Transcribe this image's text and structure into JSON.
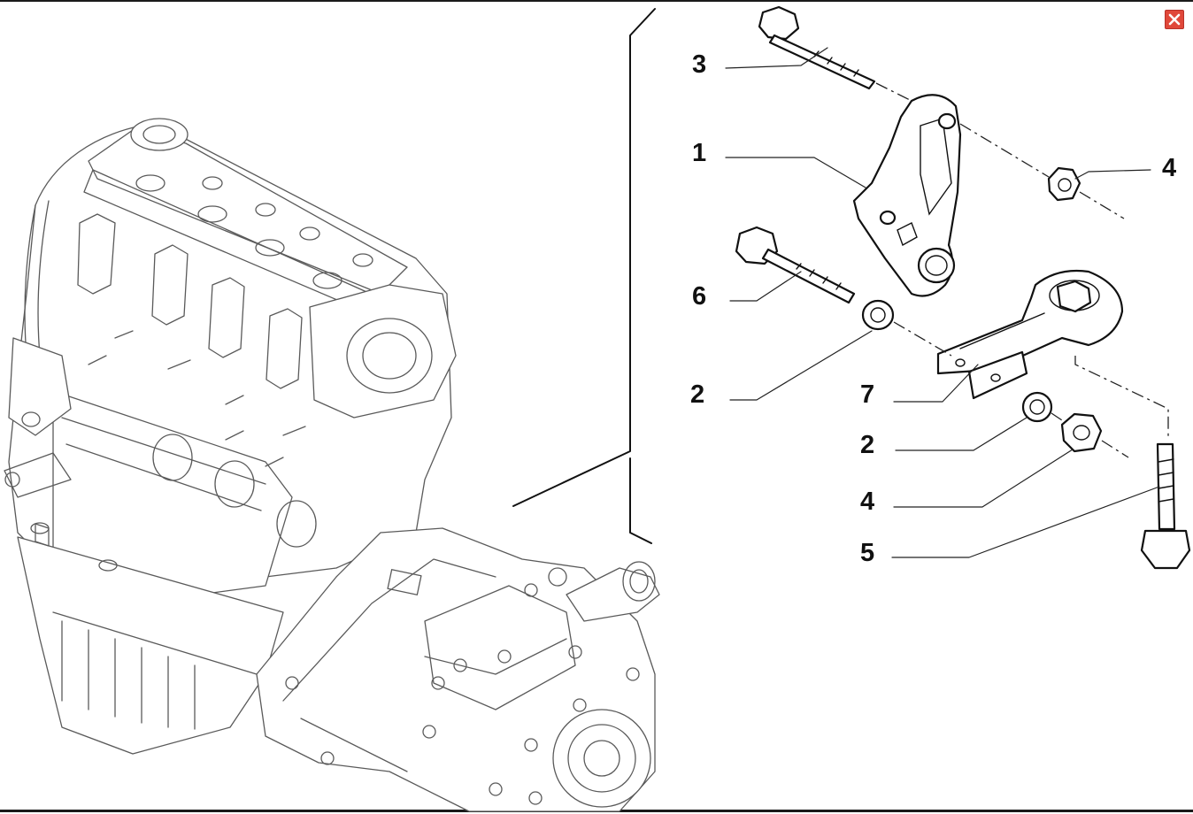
{
  "viewer": {
    "close_icon": "close-icon",
    "accent_color": "#e0483a"
  },
  "callouts": [
    {
      "number": "1",
      "part": "engine-mount-bracket"
    },
    {
      "number": "2",
      "part": "washer"
    },
    {
      "number": "2",
      "part": "washer"
    },
    {
      "number": "3",
      "part": "bolt"
    },
    {
      "number": "4",
      "part": "nut"
    },
    {
      "number": "4",
      "part": "nut"
    },
    {
      "number": "5",
      "part": "bolt"
    },
    {
      "number": "6",
      "part": "bolt"
    },
    {
      "number": "7",
      "part": "torque-rod"
    }
  ]
}
